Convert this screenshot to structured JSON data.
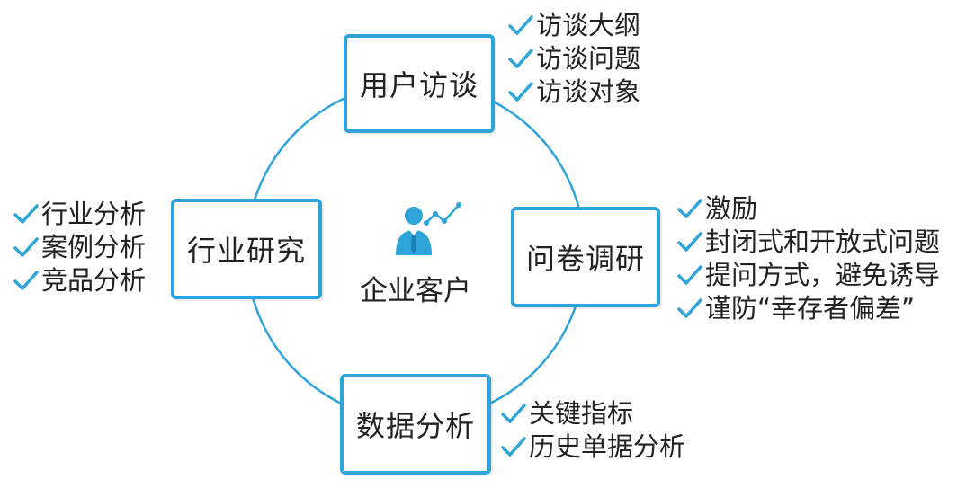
{
  "center": {
    "label": "企业客户",
    "icon": "customer-growth-icon"
  },
  "colors": {
    "accent": "#2ea4d8",
    "text": "#222222",
    "background": "#ffffff"
  },
  "nodes": {
    "top": {
      "label": "用户访谈",
      "items": [
        "访谈大纲",
        "访谈问题",
        "访谈对象"
      ]
    },
    "right": {
      "label": "问卷调研",
      "items": [
        "激励",
        "封闭式和开放式问题",
        "提问方式，避免诱导",
        "谨防“幸存者偏差”"
      ]
    },
    "bottom": {
      "label": "数据分析",
      "items": [
        "关键指标",
        "历史单据分析"
      ]
    },
    "left": {
      "label": "行业研究",
      "items": [
        "行业分析",
        "案例分析",
        "竞品分析"
      ]
    }
  }
}
